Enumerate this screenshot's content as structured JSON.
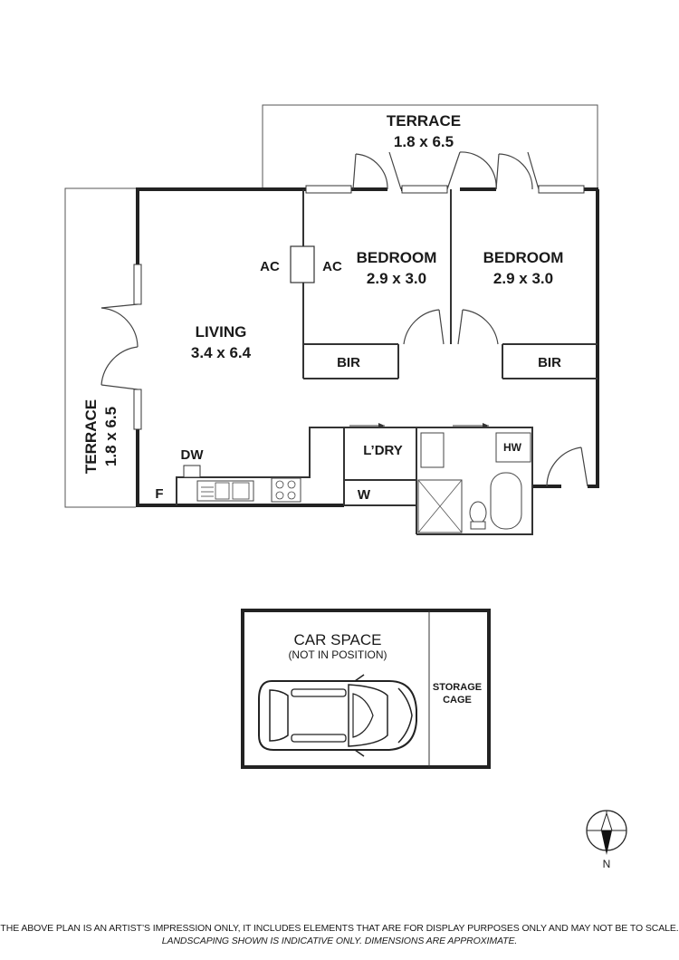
{
  "rooms": {
    "terrace_top": {
      "name": "TERRACE",
      "size": "1.8 x 6.5"
    },
    "terrace_left": {
      "name": "TERRACE",
      "size": "1.8 x 6.5"
    },
    "living": {
      "name": "LIVING",
      "size": "3.4 x 6.4"
    },
    "bedroom_1": {
      "name": "BEDROOM",
      "size": "2.9 x 3.0"
    },
    "bedroom_2": {
      "name": "BEDROOM",
      "size": "2.9 x 3.0"
    },
    "bir_1": "BIR",
    "bir_2": "BIR",
    "laundry": "L’DRY",
    "washer": "W",
    "hot_water": "HW",
    "dishwasher": "DW",
    "fridge": "F",
    "ac_living": "AC",
    "ac_bedroom": "AC"
  },
  "car_space": {
    "title": "CAR SPACE",
    "subtitle": "(NOT IN POSITION)",
    "storage_line1": "STORAGE",
    "storage_line2": "CAGE"
  },
  "compass": {
    "label": "N"
  },
  "disclaimer": {
    "line1": "THE ABOVE PLAN IS AN ARTIST’S IMPRESSION ONLY, IT INCLUDES ELEMENTS THAT ARE FOR DISPLAY PURPOSES ONLY AND MAY NOT BE TO SCALE.",
    "line2": "LANDSCAPING SHOWN IS INDICATIVE ONLY. DIMENSIONS ARE APPROXIMATE."
  }
}
